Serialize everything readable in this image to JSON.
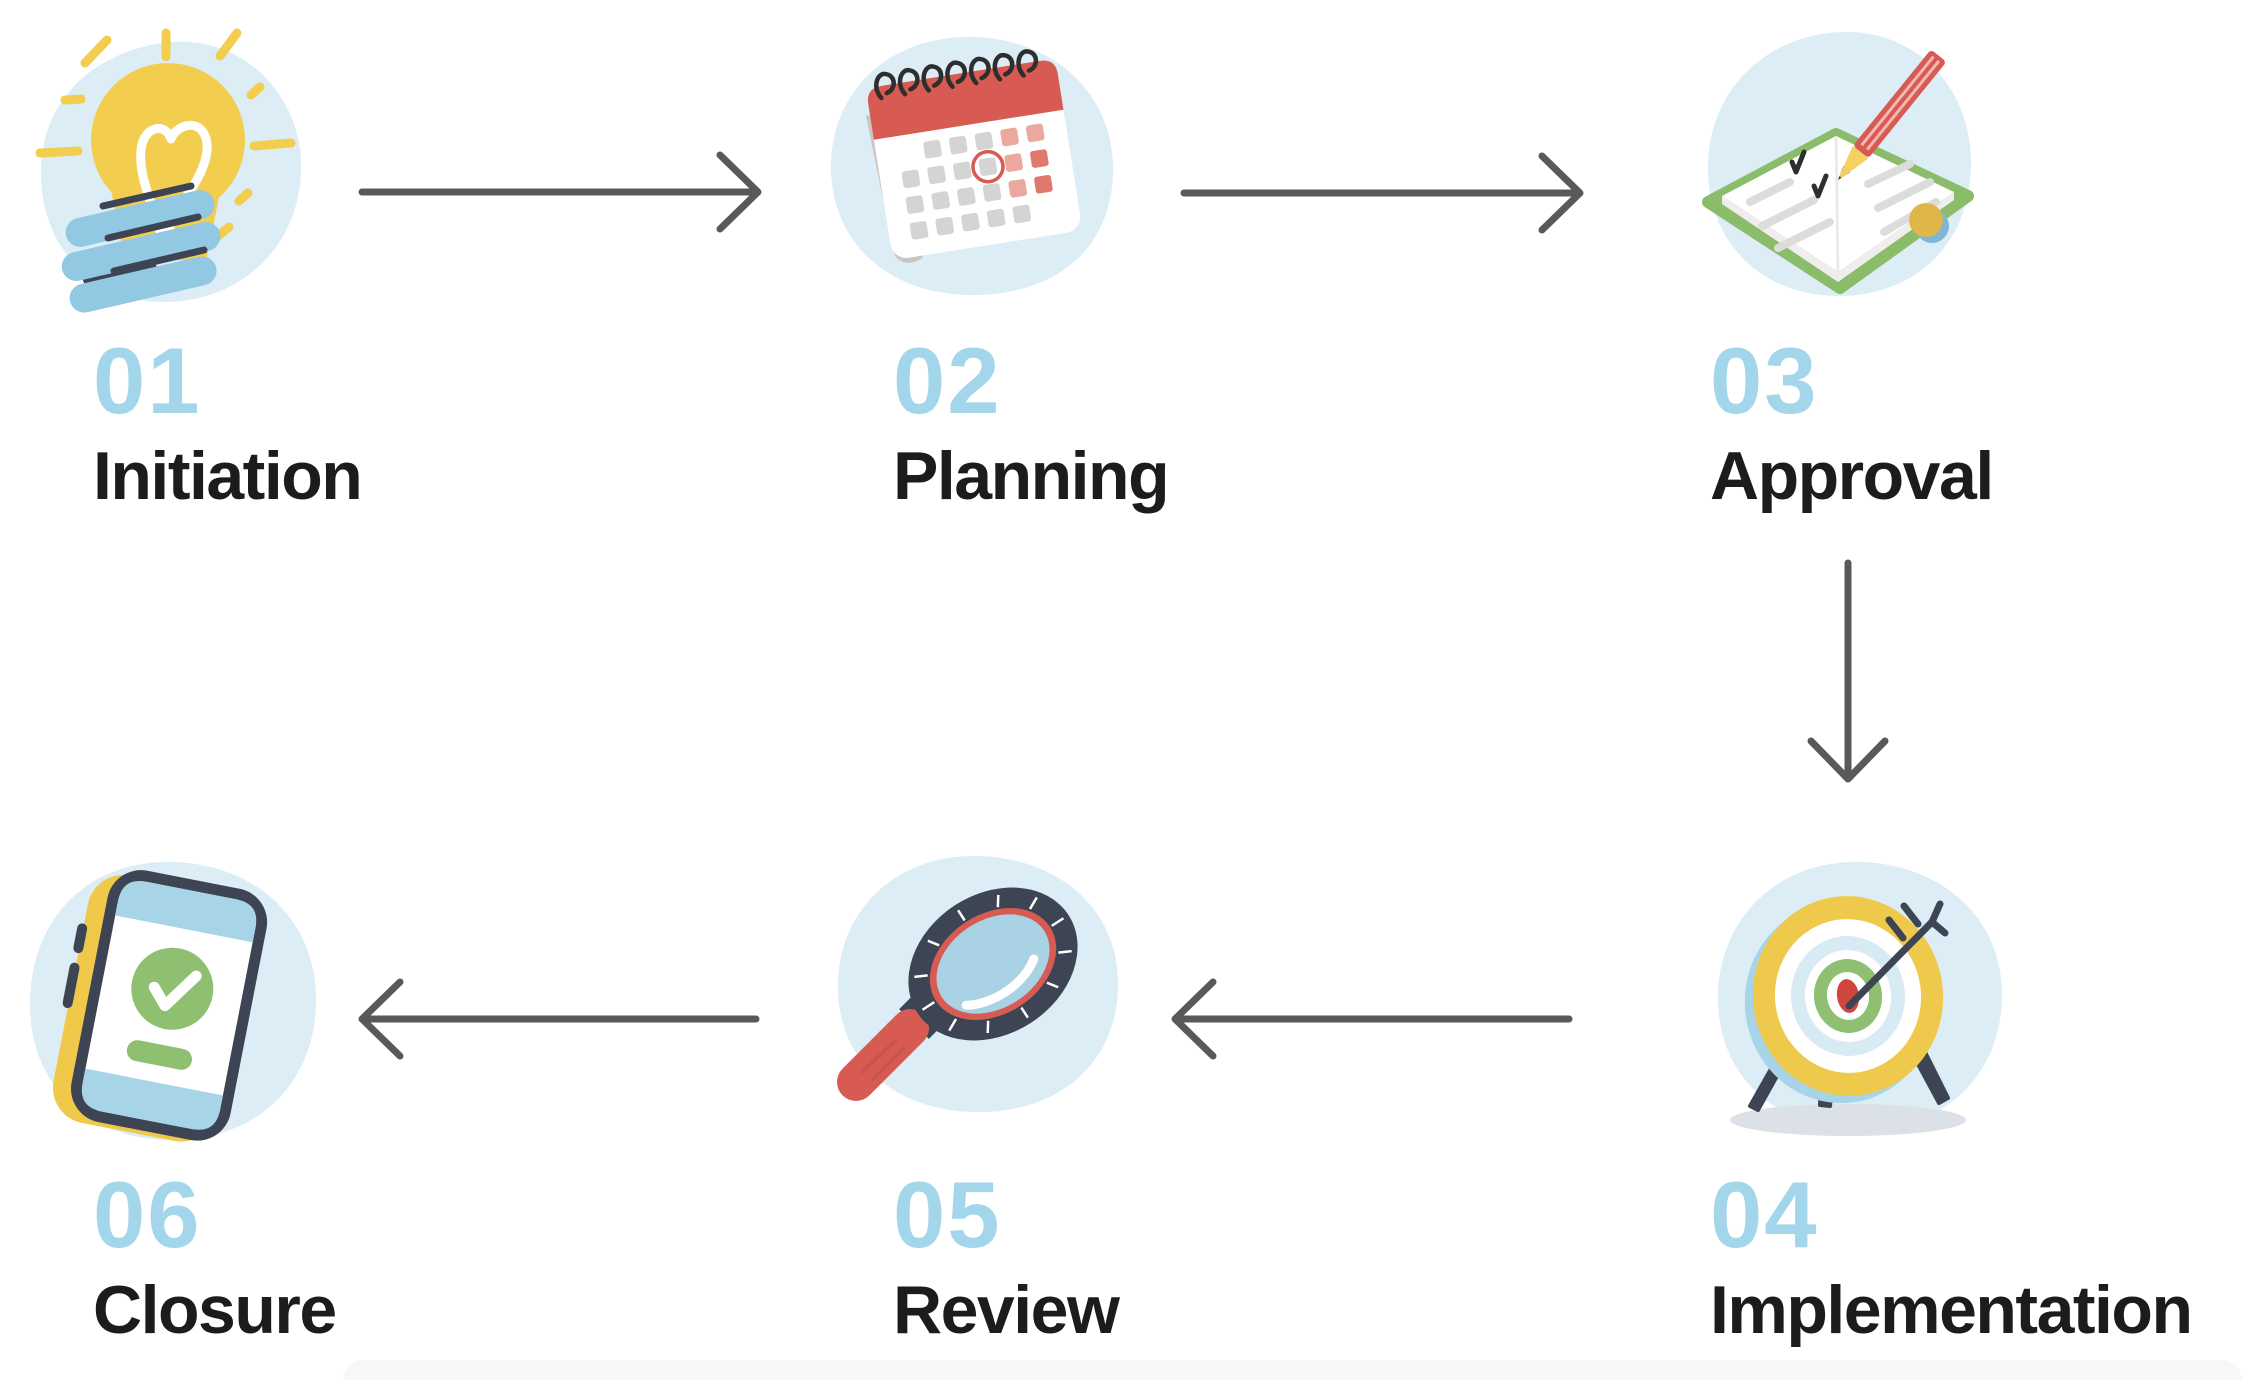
{
  "diagram": {
    "type": "process-flow",
    "steps": [
      {
        "number": "01",
        "label": "Initiation",
        "icon": "lightbulb-idea-icon",
        "row": 1,
        "col": 1
      },
      {
        "number": "02",
        "label": "Planning",
        "icon": "calendar-icon",
        "row": 1,
        "col": 2
      },
      {
        "number": "03",
        "label": "Approval",
        "icon": "open-book-pencil-icon",
        "row": 1,
        "col": 3
      },
      {
        "number": "04",
        "label": "Implementation",
        "icon": "target-arrow-icon",
        "row": 2,
        "col": 3
      },
      {
        "number": "05",
        "label": "Review",
        "icon": "magnifying-glass-icon",
        "row": 2,
        "col": 2
      },
      {
        "number": "06",
        "label": "Closure",
        "icon": "smartphone-check-icon",
        "row": 2,
        "col": 1
      }
    ],
    "connections": [
      {
        "from": "01",
        "to": "02",
        "direction": "right"
      },
      {
        "from": "02",
        "to": "03",
        "direction": "right"
      },
      {
        "from": "03",
        "to": "04",
        "direction": "down"
      },
      {
        "from": "04",
        "to": "05",
        "direction": "left"
      },
      {
        "from": "05",
        "to": "06",
        "direction": "left"
      }
    ],
    "colors": {
      "step_number": "#a3d6eb",
      "step_label": "#1c1c1c",
      "arrow": "#595959",
      "icon_background_blob": "#dcedf6",
      "accent_yellow": "#f0c94a",
      "accent_red": "#d75b52",
      "accent_green": "#8fbf70",
      "accent_dark": "#3d4554",
      "background": "#ffffff"
    }
  }
}
